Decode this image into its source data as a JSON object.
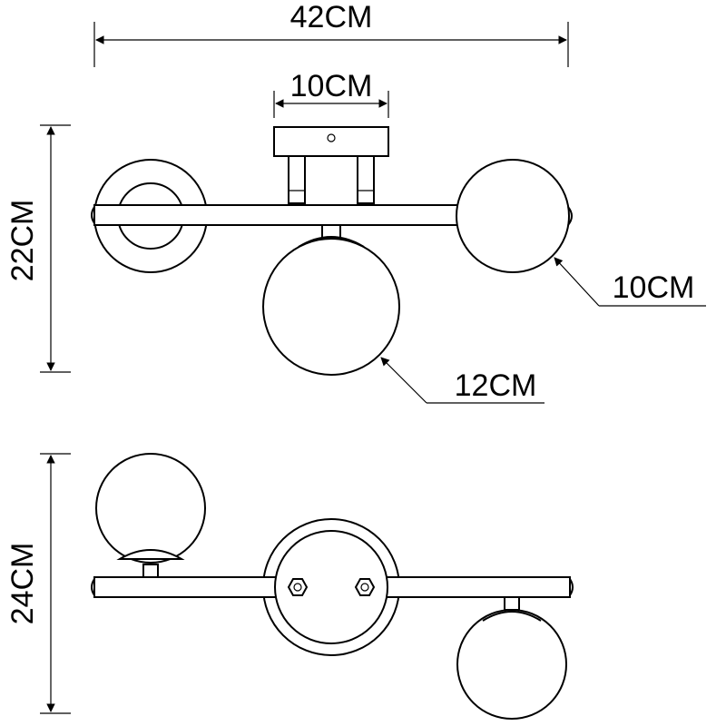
{
  "dimensions": {
    "overall_width": "42CM",
    "canopy_width": "10CM",
    "top_view_height": "22CM",
    "small_shade_diameter": "10CM",
    "large_shade_diameter": "12CM",
    "front_view_height": "24CM"
  },
  "colors": {
    "line": "#000000",
    "background": "#ffffff"
  }
}
